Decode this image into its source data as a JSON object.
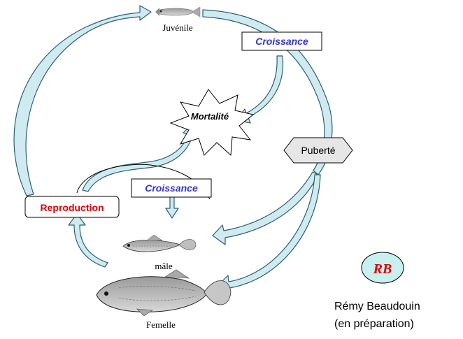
{
  "labels": {
    "juvenile": "Juvénile",
    "croissance_top": "Croissance",
    "mortalite": "Mortalité",
    "puberte": "Puberté",
    "croissance_mid": "Croissance",
    "reproduction": "Reproduction",
    "male": "mâle",
    "femelle": "Femelle"
  },
  "badge": {
    "initials": "RB"
  },
  "credit": {
    "author": "Rémy Beaudouin",
    "status": "(en préparation)"
  },
  "colors": {
    "arrow_fill": "#cfeaf0",
    "arrow_stroke": "#2c5f6e",
    "croissance_text": "#3333cc",
    "reproduction_text": "#dd0000",
    "badge_fill": "#c8f0ee",
    "badge_text": "#dd0000",
    "puberte_fill": "#e6e6e6"
  }
}
